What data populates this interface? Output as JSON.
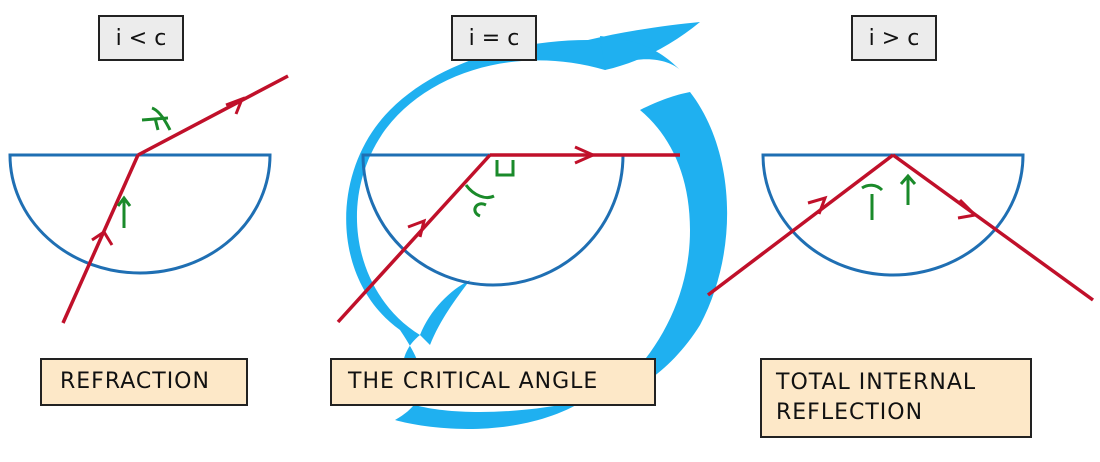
{
  "panels": [
    {
      "condition": "i < c",
      "caption_lines": [
        "REFRACTION"
      ],
      "angle_labels": [
        "r",
        "i"
      ]
    },
    {
      "condition": "i = c",
      "caption_lines": [
        "THE  CRITICAL  ANGLE"
      ],
      "angle_labels": [
        "c"
      ]
    },
    {
      "condition": "i > c",
      "caption_lines": [
        "TOTAL  INTERNAL",
        "REFLECTION"
      ],
      "angle_labels": [
        "r",
        "i"
      ]
    }
  ],
  "colors": {
    "block_outline": "#1f6fb3",
    "ray": "#c0102a",
    "angle_mark": "#1a8a2a",
    "logo": "#1fb0f0",
    "condition_fill": "#ececec",
    "caption_fill": "#fde8c8"
  },
  "icons": {
    "watermark": "logo-watermark-icon"
  }
}
